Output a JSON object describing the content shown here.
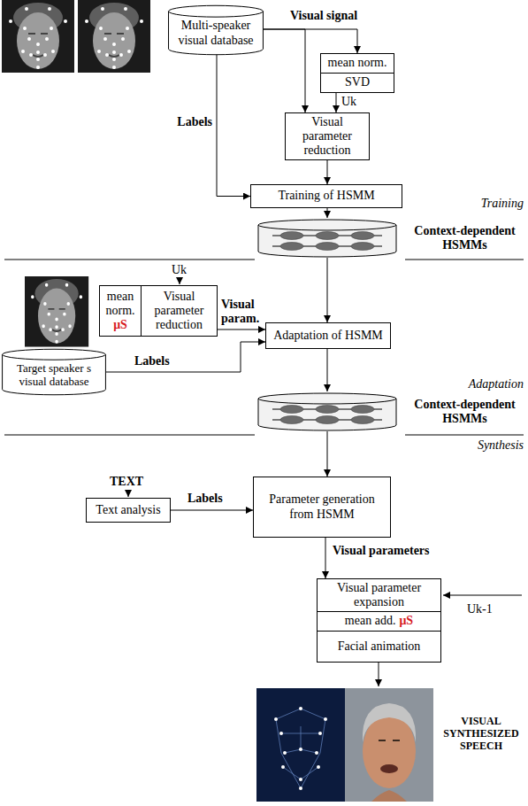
{
  "diagram": {
    "nodes": [
      {
        "text": [
          "Multi-speaker visual database"
        ]
      },
      {
        "text": [
          "mean norm."
        ]
      },
      {
        "text": [
          "SVD"
        ]
      },
      {
        "text": [
          "Visual parameter reduction"
        ]
      },
      {
        "text": [
          "Training of HSMM"
        ]
      },
      {
        "text": [
          "Context-dependent HSMMs"
        ]
      },
      {
        "text": [
          "mean norm.",
          "μS"
        ]
      },
      {
        "text": [
          "Visual parameter reduction"
        ]
      },
      {
        "text": [
          "Target speaker s visual database"
        ]
      },
      {
        "text": [
          "Adaptation of HSMM"
        ]
      },
      {
        "text": [
          "Context-dependent HSMMs"
        ]
      },
      {
        "text": [
          "Text analysis"
        ]
      },
      {
        "text": [
          "Parameter generation from HSMM"
        ]
      },
      {
        "text": [
          "Visual parameter expansion"
        ]
      },
      {
        "text": [
          "mean add.",
          "μS"
        ]
      },
      {
        "text": [
          "Facial animation"
        ]
      }
    ],
    "edges": [
      {
        "from": 0,
        "to": 1,
        "arrow": "to",
        "label": "Visual signal"
      },
      {
        "from": 2,
        "to": 3,
        "arrow": "to",
        "label": "Uk"
      },
      {
        "from": 0,
        "to": 3,
        "arrow": "to"
      },
      {
        "from": 0,
        "to": 4,
        "arrow": "to",
        "label": "Labels"
      },
      {
        "from": 3,
        "to": 4,
        "arrow": "to"
      },
      {
        "from": 4,
        "to": 5,
        "arrow": "to"
      },
      {
        "from": 5,
        "to": 9,
        "arrow": "to"
      },
      {
        "from": 7,
        "to": 9,
        "arrow": "to",
        "label": "Visual param."
      },
      {
        "from": 8,
        "to": 9,
        "arrow": "to",
        "label": "Labels"
      },
      {
        "from": 9,
        "to": 10,
        "arrow": "to"
      },
      {
        "from": 11,
        "to": 12,
        "arrow": "to",
        "label": "Labels"
      },
      {
        "from": 10,
        "to": 12,
        "arrow": "to"
      },
      {
        "from": 12,
        "to": 13,
        "arrow": "to",
        "label": "Visual parameters"
      }
    ],
    "labels": [
      "Training",
      "Uk",
      "Adaptation",
      "Synthesis",
      "TEXT",
      "Uk-1",
      "VISUAL SYNTHESIZED SPEECH"
    ]
  }
}
